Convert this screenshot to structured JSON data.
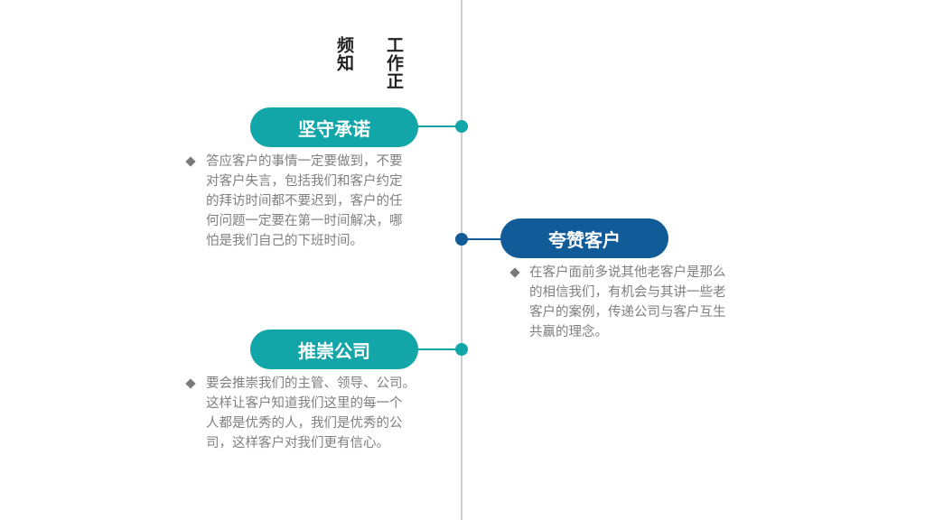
{
  "header": {
    "title_part1": "频知",
    "title_part2": "工作正"
  },
  "colors": {
    "teal": "#12a6a8",
    "navy": "#115c98",
    "line": "#cfcfcf",
    "text": "#7f7f7f"
  },
  "items": [
    {
      "label": "坚守承诺",
      "color": "teal",
      "lines": [
        "答应客户的事情一定要做到，不要",
        "对客户失言，包括我们和客户约定",
        "的拜访时间都不要迟到，客户的任",
        "何问题一定要在第一时间解决，哪",
        "怕是我们自己的下班时间。"
      ]
    },
    {
      "label": "夸赞客户",
      "color": "navy",
      "lines": [
        "在客户面前多说其他老客户是那么",
        "的相信我们，有机会与其讲一些老",
        "客户的案例，传递公司与客户互生",
        "共赢的理念。"
      ]
    },
    {
      "label": "推崇公司",
      "color": "teal",
      "lines": [
        "要会推崇我们的主管、领导、公司。",
        "这样让客户知道我们这里的每一个",
        "人都是优秀的人，我们是优秀的公",
        "司，这样客户对我们更有信心。"
      ]
    }
  ]
}
